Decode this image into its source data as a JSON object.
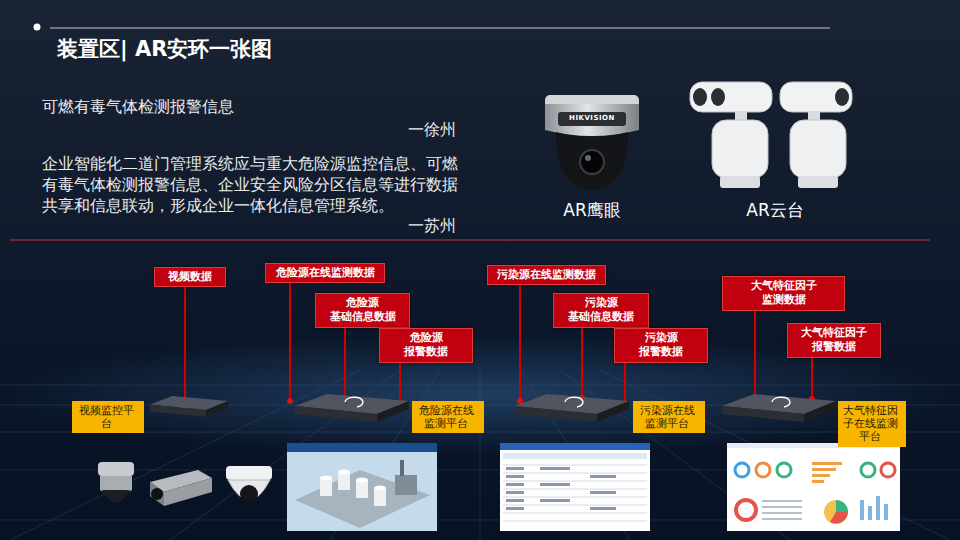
{
  "diagram": {
    "title": "装置区| AR安环一张图",
    "nodes": [
      {
        "text": [
          "视频数据"
        ]
      },
      {
        "text": [
          "视频监控平台"
        ]
      },
      {
        "text": [
          "危险源在线监测数据"
        ]
      },
      {
        "text": [
          "危险源 基础信息数据"
        ]
      },
      {
        "text": [
          "危险源 报警数据"
        ]
      },
      {
        "text": [
          "危险源在线监测平台"
        ]
      },
      {
        "text": [
          "污染源在线监测数据"
        ]
      },
      {
        "text": [
          "污染源 基础信息数据"
        ]
      },
      {
        "text": [
          "污染源 报警数据"
        ]
      },
      {
        "text": [
          "污染源在线监测平台"
        ]
      },
      {
        "text": [
          "大气特征因子 监测数据"
        ]
      },
      {
        "text": [
          "大气特征因子 报警数据"
        ]
      },
      {
        "text": [
          "大气特征因子在线监测平台"
        ]
      }
    ],
    "labels": [
      "可燃有毒气体检测报警信息",
      "一徐州",
      "企业智能化二道门管理系统应与重大危险源监控信息、可燃有毒气体检测报警信息、企业安全风险分区信息等进行数据共享和信息联动，形成企业一体化信息管理系统。",
      "一苏州",
      "AR鹰眼",
      "AR云台",
      "HIKVISION"
    ]
  }
}
